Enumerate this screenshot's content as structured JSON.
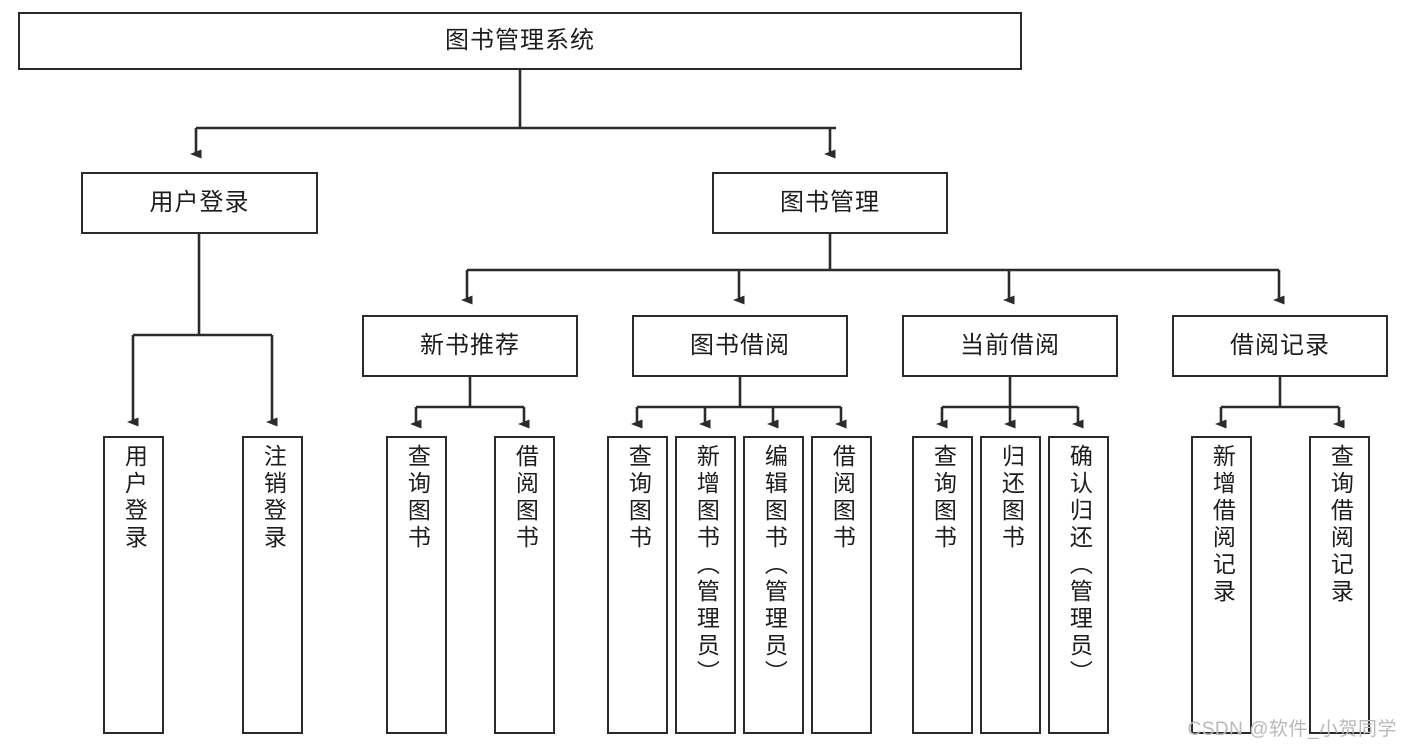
{
  "diagram": {
    "type": "tree",
    "title": "图书管理系统",
    "orientation": "top-down",
    "line_color": "#2b2b2b",
    "box_fill": "#ffffff",
    "text_color": "#1d1d1d",
    "nodes": {
      "root": {
        "label": "图书管理系统"
      },
      "level2": [
        {
          "label": "用户登录"
        },
        {
          "label": "图书管理"
        }
      ],
      "level3": [
        {
          "label": "新书推荐"
        },
        {
          "label": "图书借阅"
        },
        {
          "label": "当前借阅"
        },
        {
          "label": "借阅记录"
        }
      ],
      "leaves": {
        "user_login": [
          {
            "label": "用户登录"
          },
          {
            "label": "注销登录"
          }
        ],
        "new_book_recommend": [
          {
            "label": "查询图书"
          },
          {
            "label": "借阅图书"
          }
        ],
        "book_borrow": [
          {
            "label": "查询图书"
          },
          {
            "label": "新增图书（管理员）"
          },
          {
            "label": "编辑图书（管理员）"
          },
          {
            "label": "借阅图书"
          }
        ],
        "current_borrow": [
          {
            "label": "查询图书"
          },
          {
            "label": "归还图书"
          },
          {
            "label": "确认归还（管理员）"
          }
        ],
        "borrow_record": [
          {
            "label": "新增借阅记录"
          },
          {
            "label": "查询借阅记录"
          }
        ]
      }
    }
  },
  "watermark": {
    "text": "CSDN @软件_小贺同学"
  }
}
